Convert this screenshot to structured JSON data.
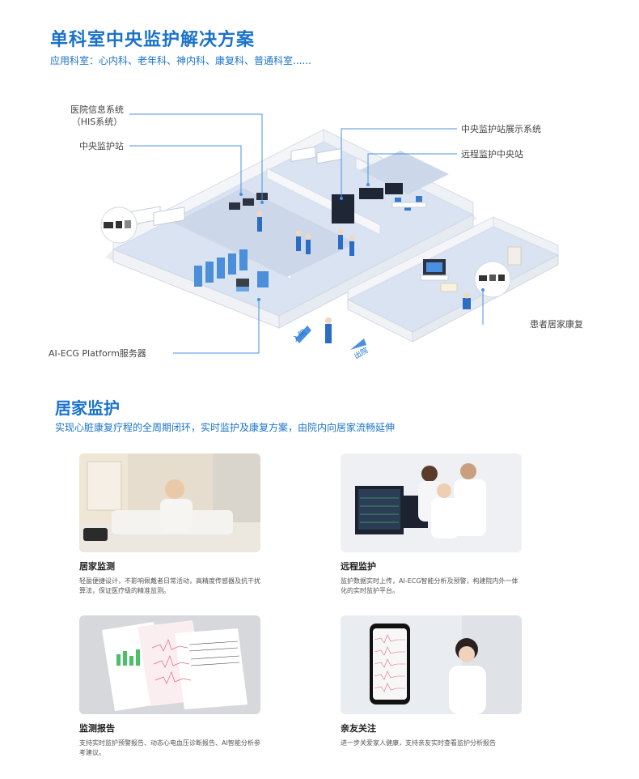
{
  "section1": {
    "title": "单科室中央监护解决方案",
    "subtitle": "应用科室：心内科、老年科、神内科、康复科、普通科室......"
  },
  "diagram": {
    "labels": {
      "his_line1": "医院信息系统",
      "his_line2": "（HIS系统）",
      "central_station": "中央监护站",
      "display_system": "中央监护站展示系统",
      "remote_center": "远程监护中央站",
      "home_rehab": "患者居家康复",
      "server": "AI-ECG Platform服务器",
      "entry": "入院",
      "exit": "出院"
    }
  },
  "section2": {
    "title": "居家监护",
    "subtitle": "实现心脏康复疗程的全周期闭环，实时监护及康复方案，由院内向居家流畅延伸"
  },
  "cards": [
    {
      "title": "居家监测",
      "desc": "轻盈便捷设计，不影响佩戴者日常活动，高精度传感器及抗干扰算法，保证医疗级的精准监测。"
    },
    {
      "title": "远程监护",
      "desc": "监护数据实时上传，AI-ECG智能分析及预警，构建院内外一体化的实时监护平台。"
    },
    {
      "title": "监测报告",
      "desc": "支持实时监护预警报告、动态心电血压诊断报告、AI智能分析参考建议。"
    },
    {
      "title": "亲友关注",
      "desc": "进一步关爱家人健康，支持亲友实时查看监护分析报告"
    }
  ],
  "colors": {
    "brand": "#1a73c9",
    "floor": "#dfe7f3",
    "wall": "#f4f6fa"
  }
}
